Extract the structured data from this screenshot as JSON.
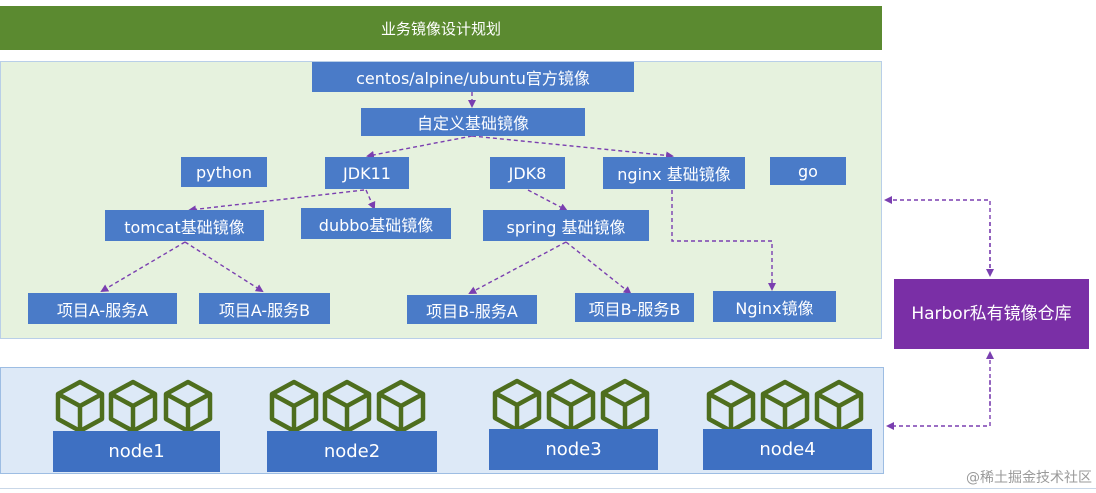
{
  "header": {
    "title": "业务镜像设计规划"
  },
  "images": {
    "official": "centos/alpine/ubuntu官方镜像",
    "custom_base": "自定义基础镜像",
    "python": "python",
    "jdk11": "JDK11",
    "jdk8": "JDK8",
    "nginx_base": "nginx 基础镜像",
    "go": "go",
    "tomcat_base": "tomcat基础镜像",
    "dubbo_base": "dubbo基础镜像",
    "spring_base": "spring 基础镜像",
    "project_a_service_a": "项目A-服务A",
    "project_a_service_b": "项目A-服务B",
    "project_b_service_a": "项目B-服务A",
    "project_b_service_b": "项目B-服务B",
    "nginx_image": "Nginx镜像"
  },
  "harbor": {
    "label": "Harbor私有镜像仓库"
  },
  "nodes": [
    "node1",
    "node2",
    "node3",
    "node4"
  ],
  "footer": {
    "text": "@稀土掘金技术社区"
  },
  "colors": {
    "header_green": "#5b8a30",
    "box_blue": "#4a7bc8",
    "harbor_purple": "#7a2fa6",
    "arrow_purple": "#7a3fb0",
    "cube_green": "#4e6e1e"
  }
}
